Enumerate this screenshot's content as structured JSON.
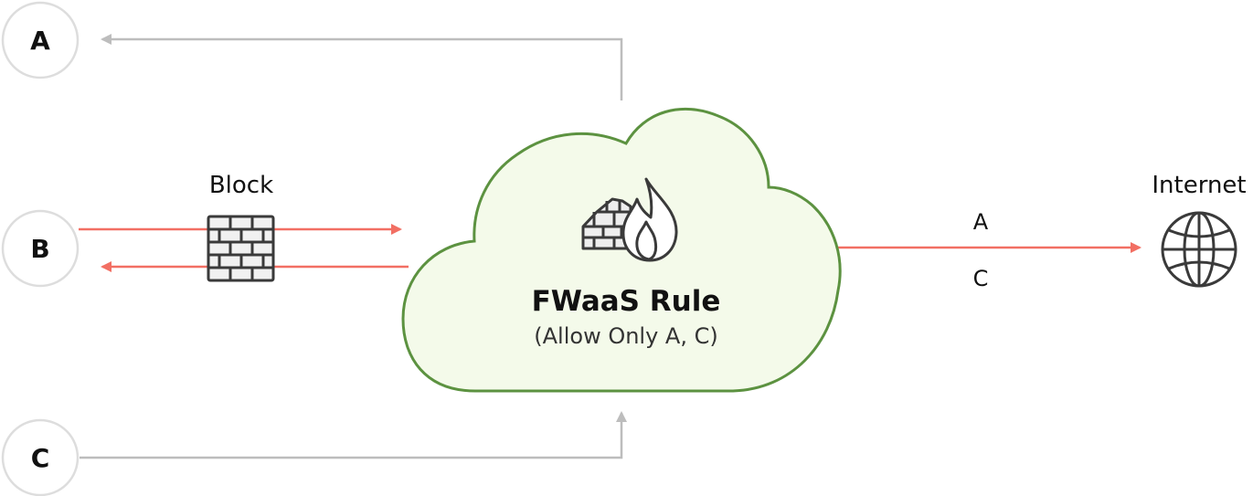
{
  "nodes": {
    "a": "A",
    "b": "B",
    "c": "C"
  },
  "block_label": "Block",
  "cloud": {
    "title": "FWaaS Rule",
    "subtitle": "(Allow Only A, C)"
  },
  "internet_label": "Internet",
  "routes": {
    "a": "A",
    "c": "C"
  },
  "colors": {
    "allowed_flow": "#bdbdbd",
    "blocked_flow": "#f26f63",
    "cloud_fill": "#f4faea",
    "cloud_stroke": "#5c9240",
    "icon_stroke": "#3a3a3a",
    "node_stroke": "#dddddd"
  },
  "icons": {
    "firewall": "brick-wall-icon",
    "fwaas": "firewall-flame-icon",
    "internet": "globe-icon",
    "arrow": "arrow-icon"
  }
}
